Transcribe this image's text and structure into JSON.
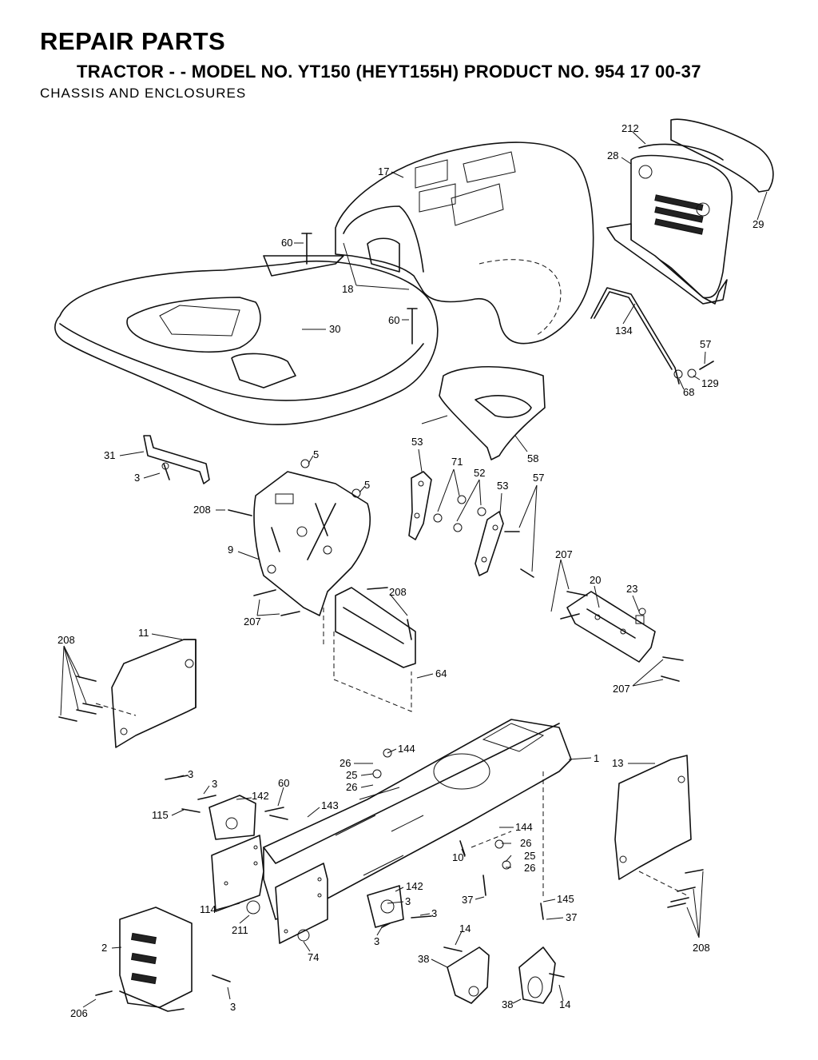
{
  "header": {
    "title": "REPAIR PARTS",
    "subtitle": "TRACTOR - - MODEL NO. YT150 (HEYT155H) PRODUCT NO. 954 17 00-37",
    "section": "CHASSIS AND ENCLOSURES"
  },
  "labels": {
    "p1": "1",
    "p2": "2",
    "p3a": "3",
    "p3b": "3",
    "p3c": "3",
    "p3d": "3",
    "p3e": "3",
    "p3f": "3",
    "p3g": "3",
    "p5a": "5",
    "p5b": "5",
    "p9": "9",
    "p10": "10",
    "p11": "11",
    "p13": "13",
    "p14a": "14",
    "p14b": "14",
    "p17": "17",
    "p18": "18",
    "p20": "20",
    "p23": "23",
    "p25a": "25",
    "p25b": "25",
    "p26a": "26",
    "p26b": "26",
    "p26c": "26",
    "p26d": "26",
    "p28": "28",
    "p29": "29",
    "p30": "30",
    "p31": "31",
    "p37a": "37",
    "p37b": "37",
    "p38a": "38",
    "p38b": "38",
    "p52": "52",
    "p53a": "53",
    "p53b": "53",
    "p57a": "57",
    "p57b": "57",
    "p58": "58",
    "p60a": "60",
    "p60b": "60",
    "p60c": "60",
    "p64": "64",
    "p68": "68",
    "p71": "71",
    "p74": "74",
    "p114": "114",
    "p115": "115",
    "p129": "129",
    "p134": "134",
    "p142a": "142",
    "p142b": "142",
    "p143": "143",
    "p144a": "144",
    "p144b": "144",
    "p145": "145",
    "p206": "206",
    "p207a": "207",
    "p207b": "207",
    "p207c": "207",
    "p208a": "208",
    "p208b": "208",
    "p208c": "208",
    "p208d": "208",
    "p211": "211",
    "p212": "212"
  }
}
